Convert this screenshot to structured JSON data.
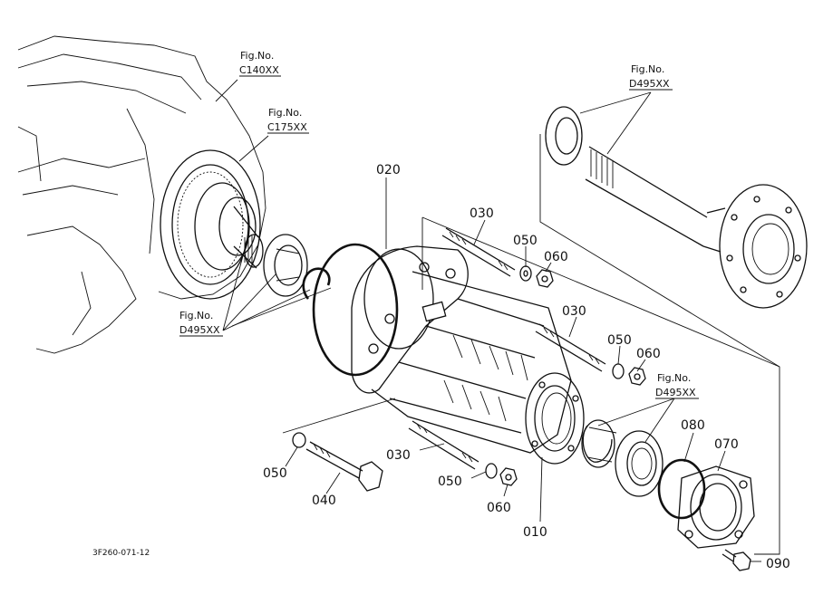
{
  "figure_refs": {
    "c140": {
      "label": "Fig.No.",
      "code": "C140XX"
    },
    "c175": {
      "label": "Fig.No.",
      "code": "C175XX"
    },
    "d495_left": {
      "label": "Fig.No.",
      "code": "D495XX"
    },
    "d495_top": {
      "label": "Fig.No.",
      "code": "D495XX"
    },
    "d495_mid": {
      "label": "Fig.No.",
      "code": "D495XX"
    }
  },
  "parts": {
    "p010": "010",
    "p020": "020",
    "p030_top": "030",
    "p030_mid": "030",
    "p030_low": "030",
    "p040": "040",
    "p050_top": "050",
    "p050_mid": "050",
    "p050_left": "050",
    "p050_low": "050",
    "p060_top": "060",
    "p060_mid": "060",
    "p060_low": "060",
    "p070": "070",
    "p080": "080",
    "p090": "090"
  },
  "drawing_code": "3F260-071-12"
}
